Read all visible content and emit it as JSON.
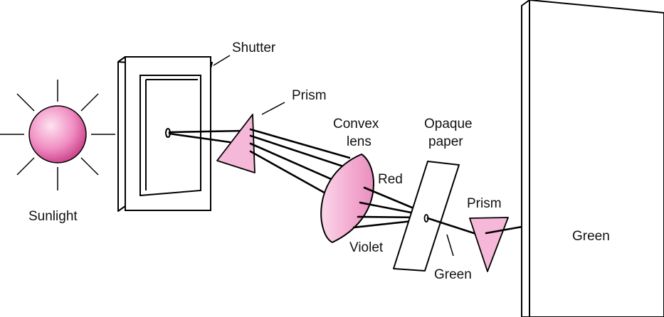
{
  "labels": {
    "sunlight": "Sunlight",
    "shutter": "Shutter",
    "prism_1": "Prism",
    "convex_lens_line1": "Convex",
    "convex_lens_line2": "lens",
    "opaque_paper_line1": "Opaque",
    "opaque_paper_line2": "paper",
    "red": "Red",
    "violet": "Violet",
    "green_at_paper": "Green",
    "prism_2": "Prism",
    "green_on_screen": "Green"
  },
  "colors": {
    "sun_light": "#fde3f0",
    "sun_mid": "#f08cc2",
    "sun_dark": "#c0307a",
    "prism_fill": "#f6b8d8",
    "lens_fill": "#f6b8d8",
    "outline": "#000000"
  }
}
